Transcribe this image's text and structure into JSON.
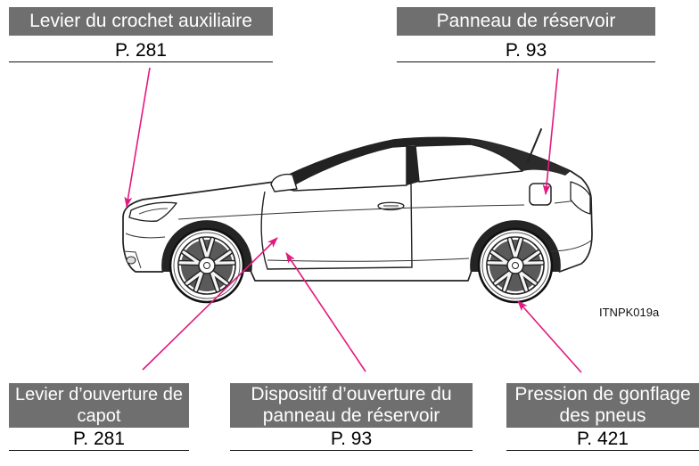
{
  "callouts": {
    "top_left": {
      "title": "Levier du crochet auxiliaire",
      "page": "P. 281"
    },
    "top_right": {
      "title": "Panneau de réservoir",
      "page": "P. 93"
    },
    "bottom_left": {
      "title_lines": [
        "Levier d’ouverture de",
        "capot"
      ],
      "page": "P. 281"
    },
    "bottom_middle": {
      "title_lines": [
        "Dispositif d’ouverture du",
        "panneau de réservoir"
      ],
      "page": "P. 93"
    },
    "bottom_right": {
      "title_lines": [
        "Pression de gonflage",
        "des pneus"
      ],
      "page": "P. 421"
    }
  },
  "figure_code": "ITNPK019a",
  "colors": {
    "label_background": "#6f6f6f",
    "label_text": "#ffffff",
    "arrow": "#e2197f",
    "line_art": "#222222"
  }
}
